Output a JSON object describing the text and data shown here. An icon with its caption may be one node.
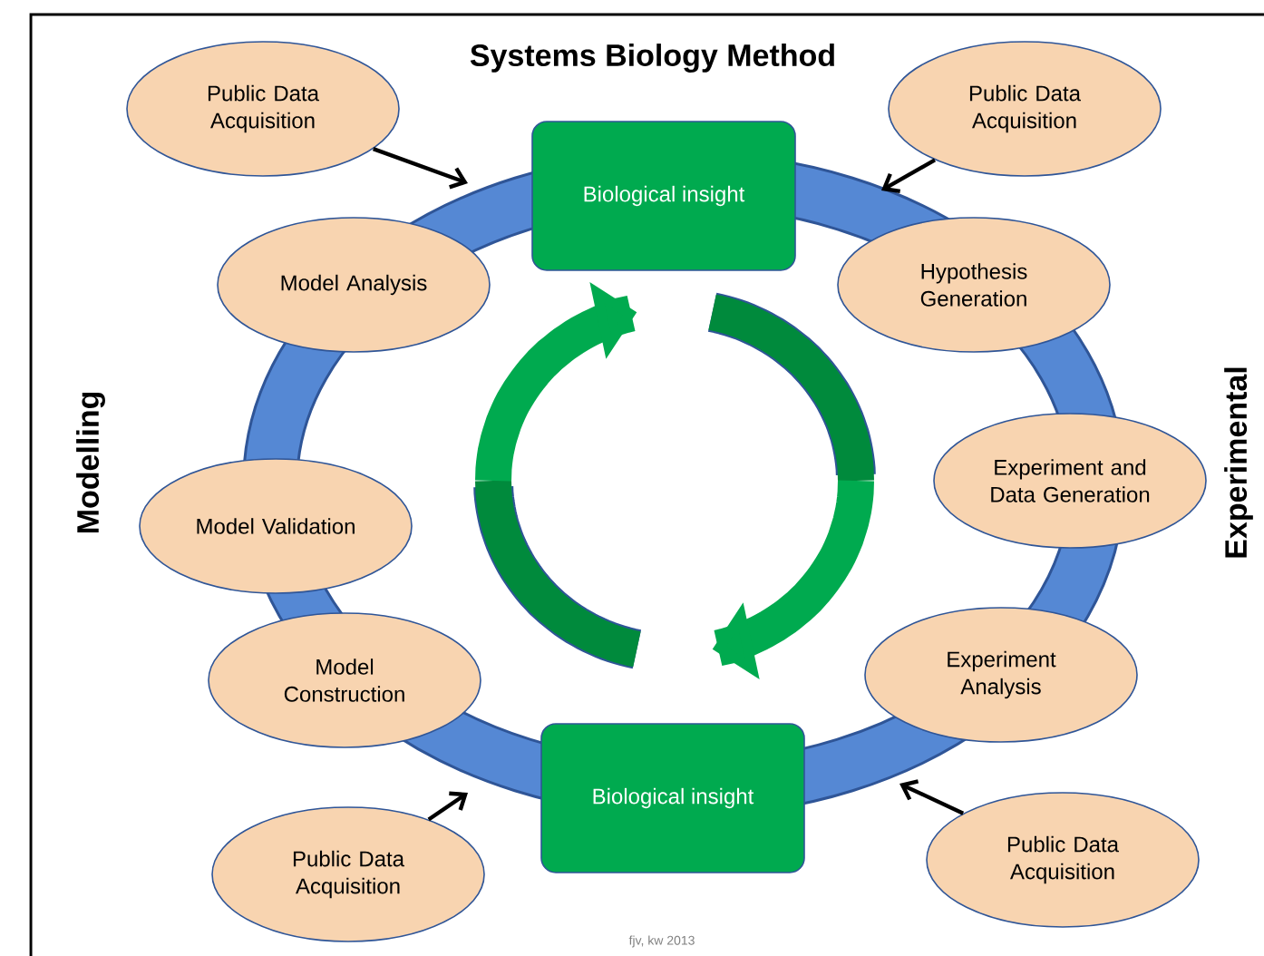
{
  "diagram": {
    "title": "Systems Biology Method",
    "nodes": [
      {
        "text": [
          "Public Data Acquisition"
        ]
      },
      {
        "text": [
          "Public Data Acquisition"
        ]
      },
      {
        "text": [
          "Biological insight"
        ]
      },
      {
        "text": [
          "Model Analysis"
        ]
      },
      {
        "text": [
          "Hypothesis Generation"
        ]
      },
      {
        "text": [
          "Model Validation"
        ]
      },
      {
        "text": [
          "Experiment and Data Generation"
        ]
      },
      {
        "text": [
          "Model Construction"
        ]
      },
      {
        "text": [
          "Experiment Analysis"
        ]
      },
      {
        "text": [
          "Biological insight"
        ]
      },
      {
        "text": [
          "Public Data Acquisition"
        ]
      },
      {
        "text": [
          "Public Data Acquisition"
        ]
      }
    ],
    "edges": [
      {
        "from": 0,
        "to": null,
        "arrow": "to"
      },
      {
        "from": 1,
        "to": null,
        "arrow": "to"
      },
      {
        "from": 10,
        "to": null,
        "arrow": "to"
      },
      {
        "from": 11,
        "to": null,
        "arrow": "to"
      }
    ],
    "labels": [
      "Modelling",
      "Experimental",
      "fjv, kw 2013"
    ]
  }
}
